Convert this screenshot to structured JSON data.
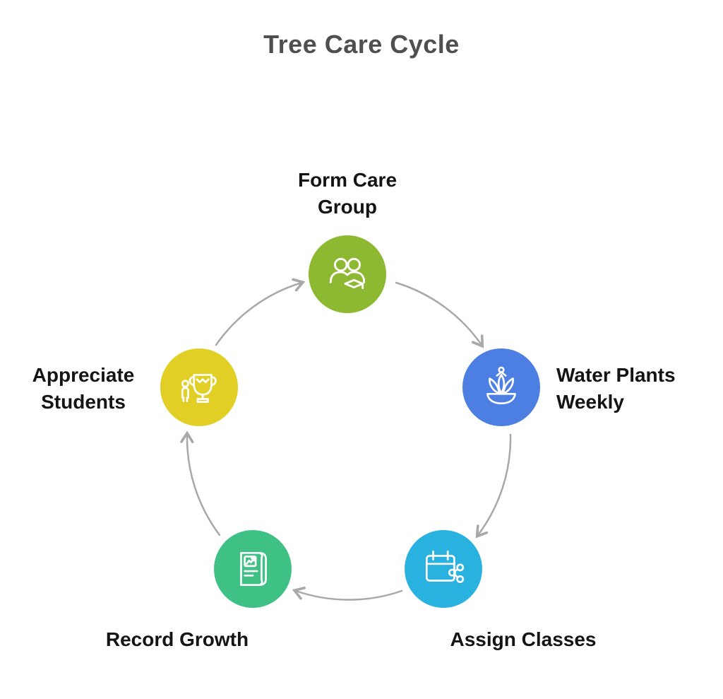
{
  "title": "Tree Care Cycle",
  "colors": {
    "arrow": "#a8a8a8",
    "title_text": "#4f4f4f",
    "label_text": "#141414"
  },
  "nodes": [
    {
      "id": "form-care-group",
      "label": "Form Care\nGroup",
      "color": "#8db832",
      "icon": "group-graduation-icon"
    },
    {
      "id": "water-plants-weekly",
      "label": "Water Plants\nWeekly",
      "color": "#4d7fe3",
      "icon": "plant-bowl-icon"
    },
    {
      "id": "assign-classes",
      "label": "Assign Classes",
      "color": "#29b2e0",
      "icon": "calendar-share-icon"
    },
    {
      "id": "record-growth",
      "label": "Record Growth",
      "color": "#3fc185",
      "icon": "document-chart-icon"
    },
    {
      "id": "appreciate-students",
      "label": "Appreciate\nStudents",
      "color": "#e2cf26",
      "icon": "trophy-person-icon"
    }
  ]
}
